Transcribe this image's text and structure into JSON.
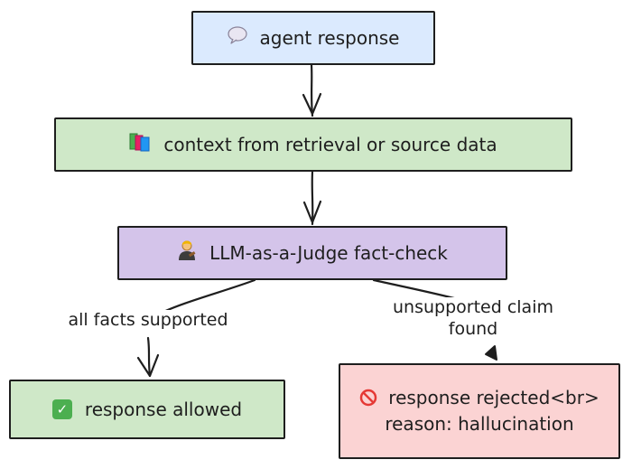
{
  "nodes": {
    "agent": {
      "icon": "speech-bubble-icon",
      "label": "agent response"
    },
    "context": {
      "icon": "books-icon",
      "label": "context from retrieval or source data"
    },
    "judge": {
      "icon": "judge-person-icon",
      "label": "LLM-as-a-Judge fact-check"
    },
    "allowed": {
      "icon": "check-mark-icon",
      "label": "response allowed"
    },
    "rejected": {
      "icon": "prohibited-icon",
      "label": "response rejected<br>reason: hallucination"
    }
  },
  "edges": {
    "supported_label": "all facts supported",
    "unsupported_label": "unsupported claim found"
  },
  "colors": {
    "agent_fill": "#dbeafe",
    "context_fill": "#cfe8c8",
    "judge_fill": "#d4c4ea",
    "allowed_fill": "#cfe8c8",
    "rejected_fill": "#fbd3d3",
    "stroke": "#1e1e1e"
  }
}
